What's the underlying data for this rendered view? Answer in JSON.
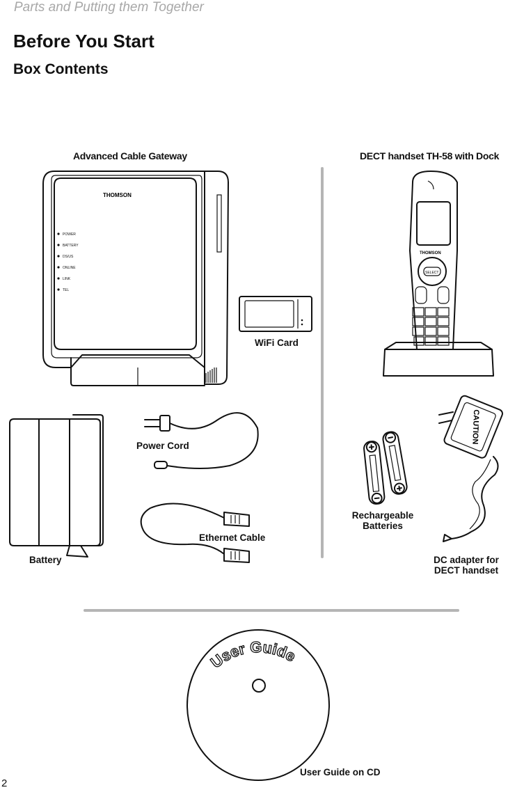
{
  "header": {
    "section": "Parts and Putting them Together",
    "title": "Before You Start",
    "subtitle": "Box Contents"
  },
  "items": {
    "gateway": {
      "caption": "Advanced Cable Gateway",
      "brand": "THOMSON",
      "leds": [
        "POWER",
        "BATTERY",
        "DS/US",
        "ONLINE",
        "LINK",
        "TEL"
      ]
    },
    "handset": {
      "caption": "DECT handset TH-58 with Dock",
      "brand": "THOMSON",
      "select_label": "SELECT"
    },
    "wifi_card": {
      "caption": "WiFi Card"
    },
    "battery": {
      "caption": "Battery"
    },
    "power_cord": {
      "caption": "Power Cord"
    },
    "ethernet_cable": {
      "caption": "Ethernet Cable"
    },
    "rechargeable_batteries": {
      "caption_line1": "Rechargeable",
      "caption_line2": "Batteries"
    },
    "dc_adapter": {
      "caption_line1": "DC adapter for",
      "caption_line2": "DECT handset",
      "label": "CAUTION"
    },
    "cd": {
      "disc_label": "User Guide",
      "caption": "User Guide on CD"
    }
  },
  "footer": {
    "page_number": "2"
  }
}
